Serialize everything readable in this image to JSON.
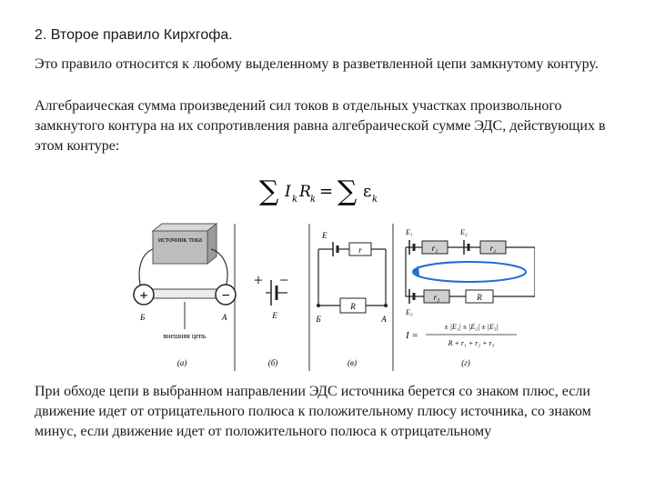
{
  "heading": "2. Второе правило Кирхгофа.",
  "paragraph1": "Это правило относится к любому выделенному в разветвленной цепи замкнутому контуру.",
  "paragraph2": "Алгебраическая сумма произведений сил токов в отдельных участках произвольного замкнутого контура на их сопротивления равна алгебраической сумме ЭДС, действующих в этом контуре:",
  "formula": {
    "lhs_symbol": "∑",
    "lhs_i": "I",
    "lhs_i_sub": "k",
    "lhs_r": "R",
    "lhs_r_sub": "k",
    "equals": "=",
    "rhs_symbol": "∑",
    "rhs_e": "ε",
    "rhs_e_sub": "k"
  },
  "figure": {
    "a": {
      "source_label": "источник тока",
      "plus": "+",
      "minus": "−",
      "left_pole": "Б",
      "right_pole": "А",
      "caption": "внешняя цепь",
      "panel_label": "(а)"
    },
    "b": {
      "plus": "+",
      "minus": "−",
      "emf": "Е",
      "panel_label": "(б)"
    },
    "v": {
      "emf": "Е",
      "r": "r",
      "R": "R",
      "left_node": "Б",
      "right_node": "А",
      "panel_label": "(в)"
    },
    "g": {
      "e1": "Е₁",
      "e2": "Е₂",
      "e3": "Е₃",
      "r1": "r₁",
      "r2": "r₂",
      "r3": "r₃",
      "R": "R",
      "current_formula_left": "I =",
      "current_formula_num": "± |E₁| ± |E₂| ± |E₃|",
      "current_formula_den": "R + r₁ + r₂ + r₃",
      "panel_label": "(г)"
    }
  },
  "paragraph3": "При обходе цепи в выбранном направлении ЭДС источника берется со знаком плюс, если движение идет от отрицательного полюса к положительному плюсу источника, со знаком минус, если движение идет от положительного полюса к отрицательному"
}
